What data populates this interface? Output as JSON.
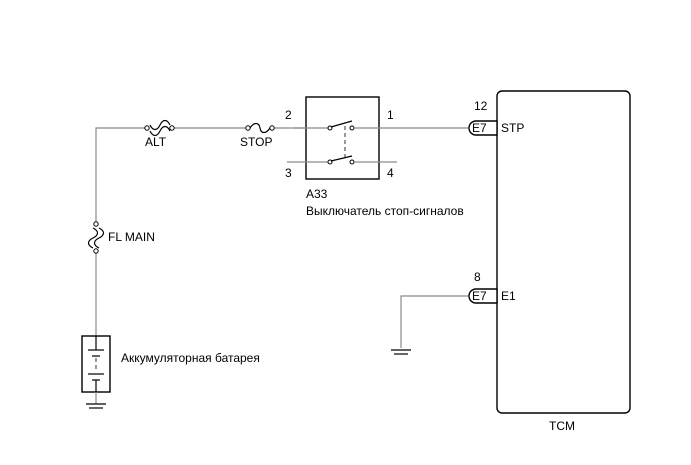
{
  "fuses": {
    "alt": "ALT",
    "stop": "STOP",
    "fl_main": "FL MAIN"
  },
  "battery": {
    "label": "Аккумуляторная батарея"
  },
  "switch": {
    "code": "A33",
    "name": "Выключатель стоп-сигналов",
    "pin2": "2",
    "pin1": "1",
    "pin3": "3",
    "pin4": "4"
  },
  "tcm": {
    "label": "TCM",
    "stp": {
      "pin": "12",
      "connector": "E7",
      "signal": "STP"
    },
    "e1": {
      "pin": "8",
      "connector": "E7",
      "signal": "E1"
    }
  }
}
